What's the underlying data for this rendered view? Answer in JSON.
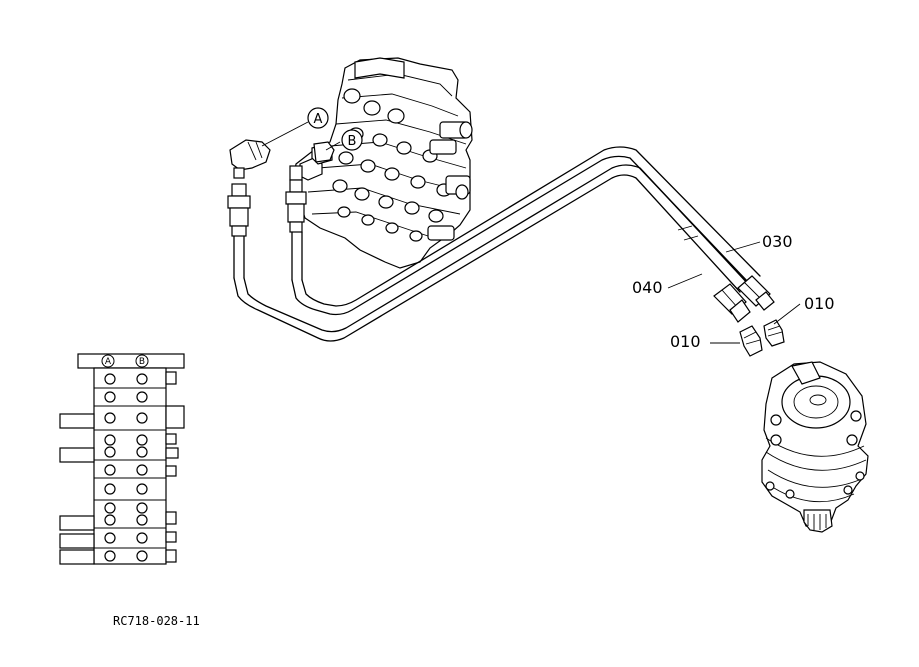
{
  "callouts": {
    "part_030": "030",
    "part_040": "040",
    "part_010_right": "010",
    "part_010_left": "010"
  },
  "port_labels": {
    "a": "A",
    "b": "B"
  },
  "schematic_ports": {
    "a": "A",
    "b": "B"
  },
  "drawing_number": "RC718-028-11"
}
